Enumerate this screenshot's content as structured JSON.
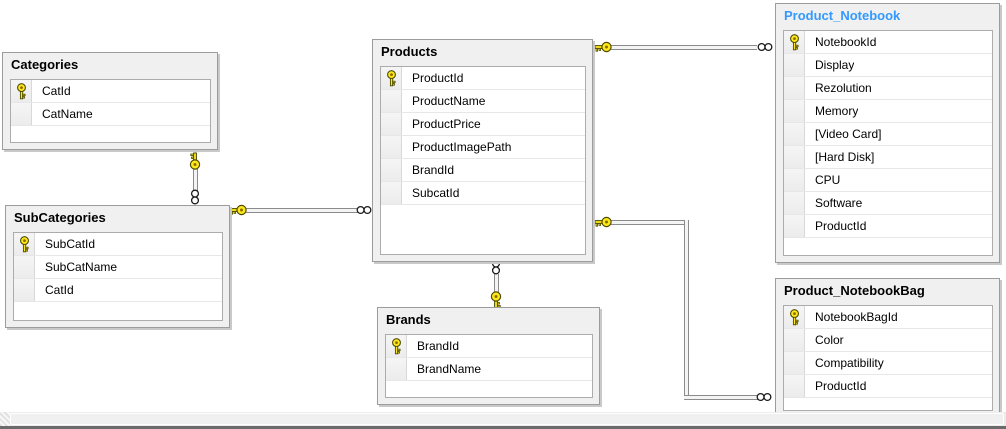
{
  "diagram": {
    "tables": [
      {
        "title": "Categories",
        "columns": [
          {
            "name": "CatId",
            "key": true
          },
          {
            "name": "CatName",
            "key": false
          }
        ]
      },
      {
        "title": "SubCategories",
        "columns": [
          {
            "name": "SubCatId",
            "key": true
          },
          {
            "name": "SubCatName",
            "key": false
          },
          {
            "name": "CatId",
            "key": false
          }
        ]
      },
      {
        "title": "Products",
        "columns": [
          {
            "name": "ProductId",
            "key": true
          },
          {
            "name": "ProductName",
            "key": false
          },
          {
            "name": "ProductPrice",
            "key": false
          },
          {
            "name": "ProductImagePath",
            "key": false
          },
          {
            "name": "BrandId",
            "key": false
          },
          {
            "name": "SubcatId",
            "key": false
          }
        ]
      },
      {
        "title": "Brands",
        "columns": [
          {
            "name": "BrandId",
            "key": true
          },
          {
            "name": "BrandName",
            "key": false
          }
        ]
      },
      {
        "title": "Product_Notebook",
        "title_color": "#3399ff",
        "columns": [
          {
            "name": "NotebookId",
            "key": true
          },
          {
            "name": "Display",
            "key": false
          },
          {
            "name": "Rezolution",
            "key": false
          },
          {
            "name": "Memory",
            "key": false
          },
          {
            "name": "[Video Card]",
            "key": false
          },
          {
            "name": "[Hard Disk]",
            "key": false
          },
          {
            "name": "CPU",
            "key": false
          },
          {
            "name": "Software",
            "key": false
          },
          {
            "name": "ProductId",
            "key": false
          }
        ]
      },
      {
        "title": "Product_NotebookBag",
        "columns": [
          {
            "name": "NotebookBagId",
            "key": true
          },
          {
            "name": "Color",
            "key": false
          },
          {
            "name": "Compatibility",
            "key": false
          },
          {
            "name": "ProductId",
            "key": false
          }
        ]
      }
    ],
    "relationships": [
      {
        "one": "Categories",
        "many": "SubCategories"
      },
      {
        "one": "SubCategories",
        "many": "Products"
      },
      {
        "one": "Brands",
        "many": "Products"
      },
      {
        "one": "Products",
        "many": "Product_Notebook"
      },
      {
        "one": "Products",
        "many": "Product_NotebookBag"
      }
    ],
    "icons": {
      "primary_key": "key-icon",
      "one_side": "key-icon",
      "many_side": "infinity-icon"
    },
    "colors": {
      "key_yellow": "#ffe81a",
      "selected_title_blue": "#3399ff",
      "connector_gray": "#8b8b8b"
    }
  }
}
